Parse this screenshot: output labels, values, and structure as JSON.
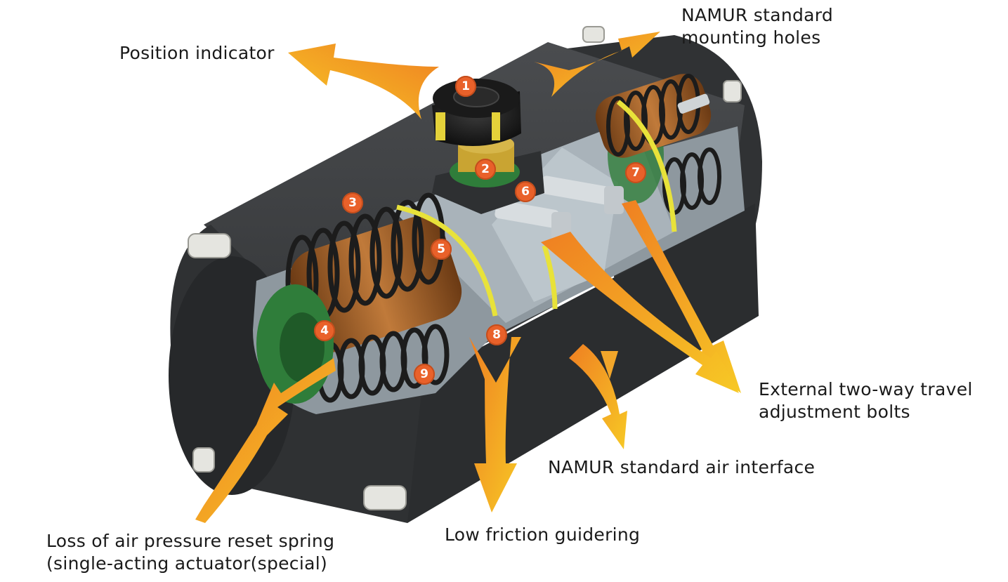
{
  "labels": {
    "position_indicator": "Position indicator",
    "namur_holes_line1": "NAMUR standard",
    "namur_holes_line2": "mounting holes",
    "bolts_line1": "External two-way travel",
    "bolts_line2": "adjustment bolts",
    "air_interface": "NAMUR standard air interface",
    "guidering": "Low friction guidering",
    "spring_line1": "Loss of air pressure reset spring",
    "spring_line2": "(single-acting actuator(special)"
  },
  "callouts": [
    "1",
    "2",
    "3",
    "4",
    "5",
    "6",
    "7",
    "8",
    "9"
  ],
  "colors": {
    "body": "#3a3c3e",
    "body_dark": "#26282a",
    "spring_copper": "#9a5a24",
    "piston_green": "#2f7d3a",
    "guide_yellow": "#e8e23a",
    "interior_gray": "#9aa4ac",
    "arrow_orange": "#ef8a24",
    "arrow_yellow": "#f6c21e",
    "badge": "#e9612a"
  }
}
